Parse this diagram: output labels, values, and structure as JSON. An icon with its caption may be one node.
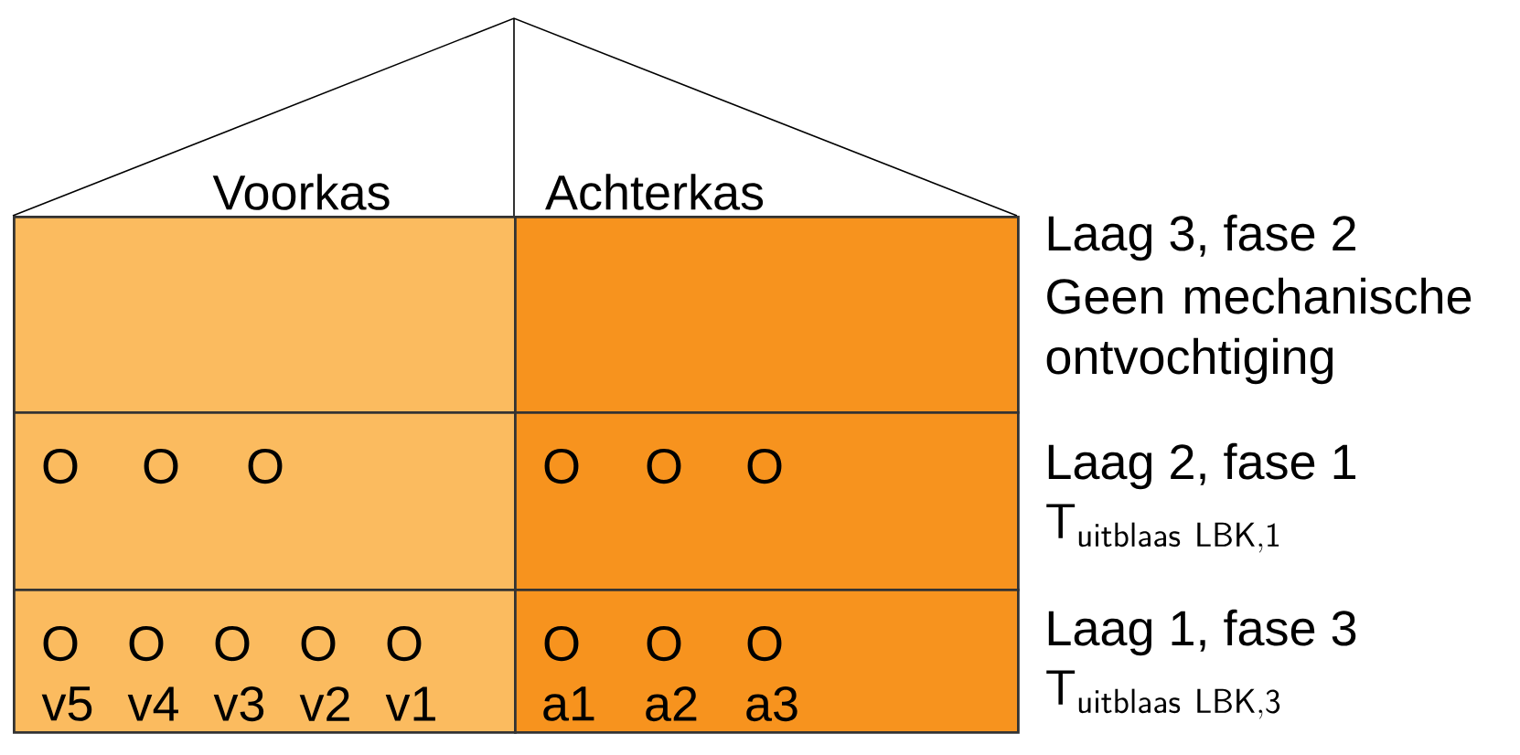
{
  "diagram": {
    "nodes": [
      {
        "text": [],
        "shape": "box"
      },
      {
        "text": [],
        "shape": "box",
        "beside": [
          "Laag 3, fase 2",
          "Geen mechanische ontvochtiging"
        ]
      },
      {
        "text": [
          "O",
          "O",
          "O"
        ]
      },
      {
        "text": [
          "O",
          "O",
          "O"
        ],
        "beside": [
          "Laag 2, fase 1",
          "\\mathsf{T}_{\\mathsf{uitblaas\\ LBK,1}}"
        ]
      },
      {
        "text": [
          "O",
          "O",
          "O",
          "O",
          "O",
          "v5",
          "v4",
          "v3",
          "v2",
          "v1"
        ]
      },
      {
        "text": [
          "O",
          "O",
          "O",
          "a1",
          "a2",
          "a3"
        ],
        "beside": [
          "Laag 1, fase 3",
          "\\mathsf{T}_{\\mathsf{uitblaas\\ LBK,3}}"
        ]
      }
    ],
    "labels": [
      "Voorkas",
      "Achterkas"
    ]
  }
}
